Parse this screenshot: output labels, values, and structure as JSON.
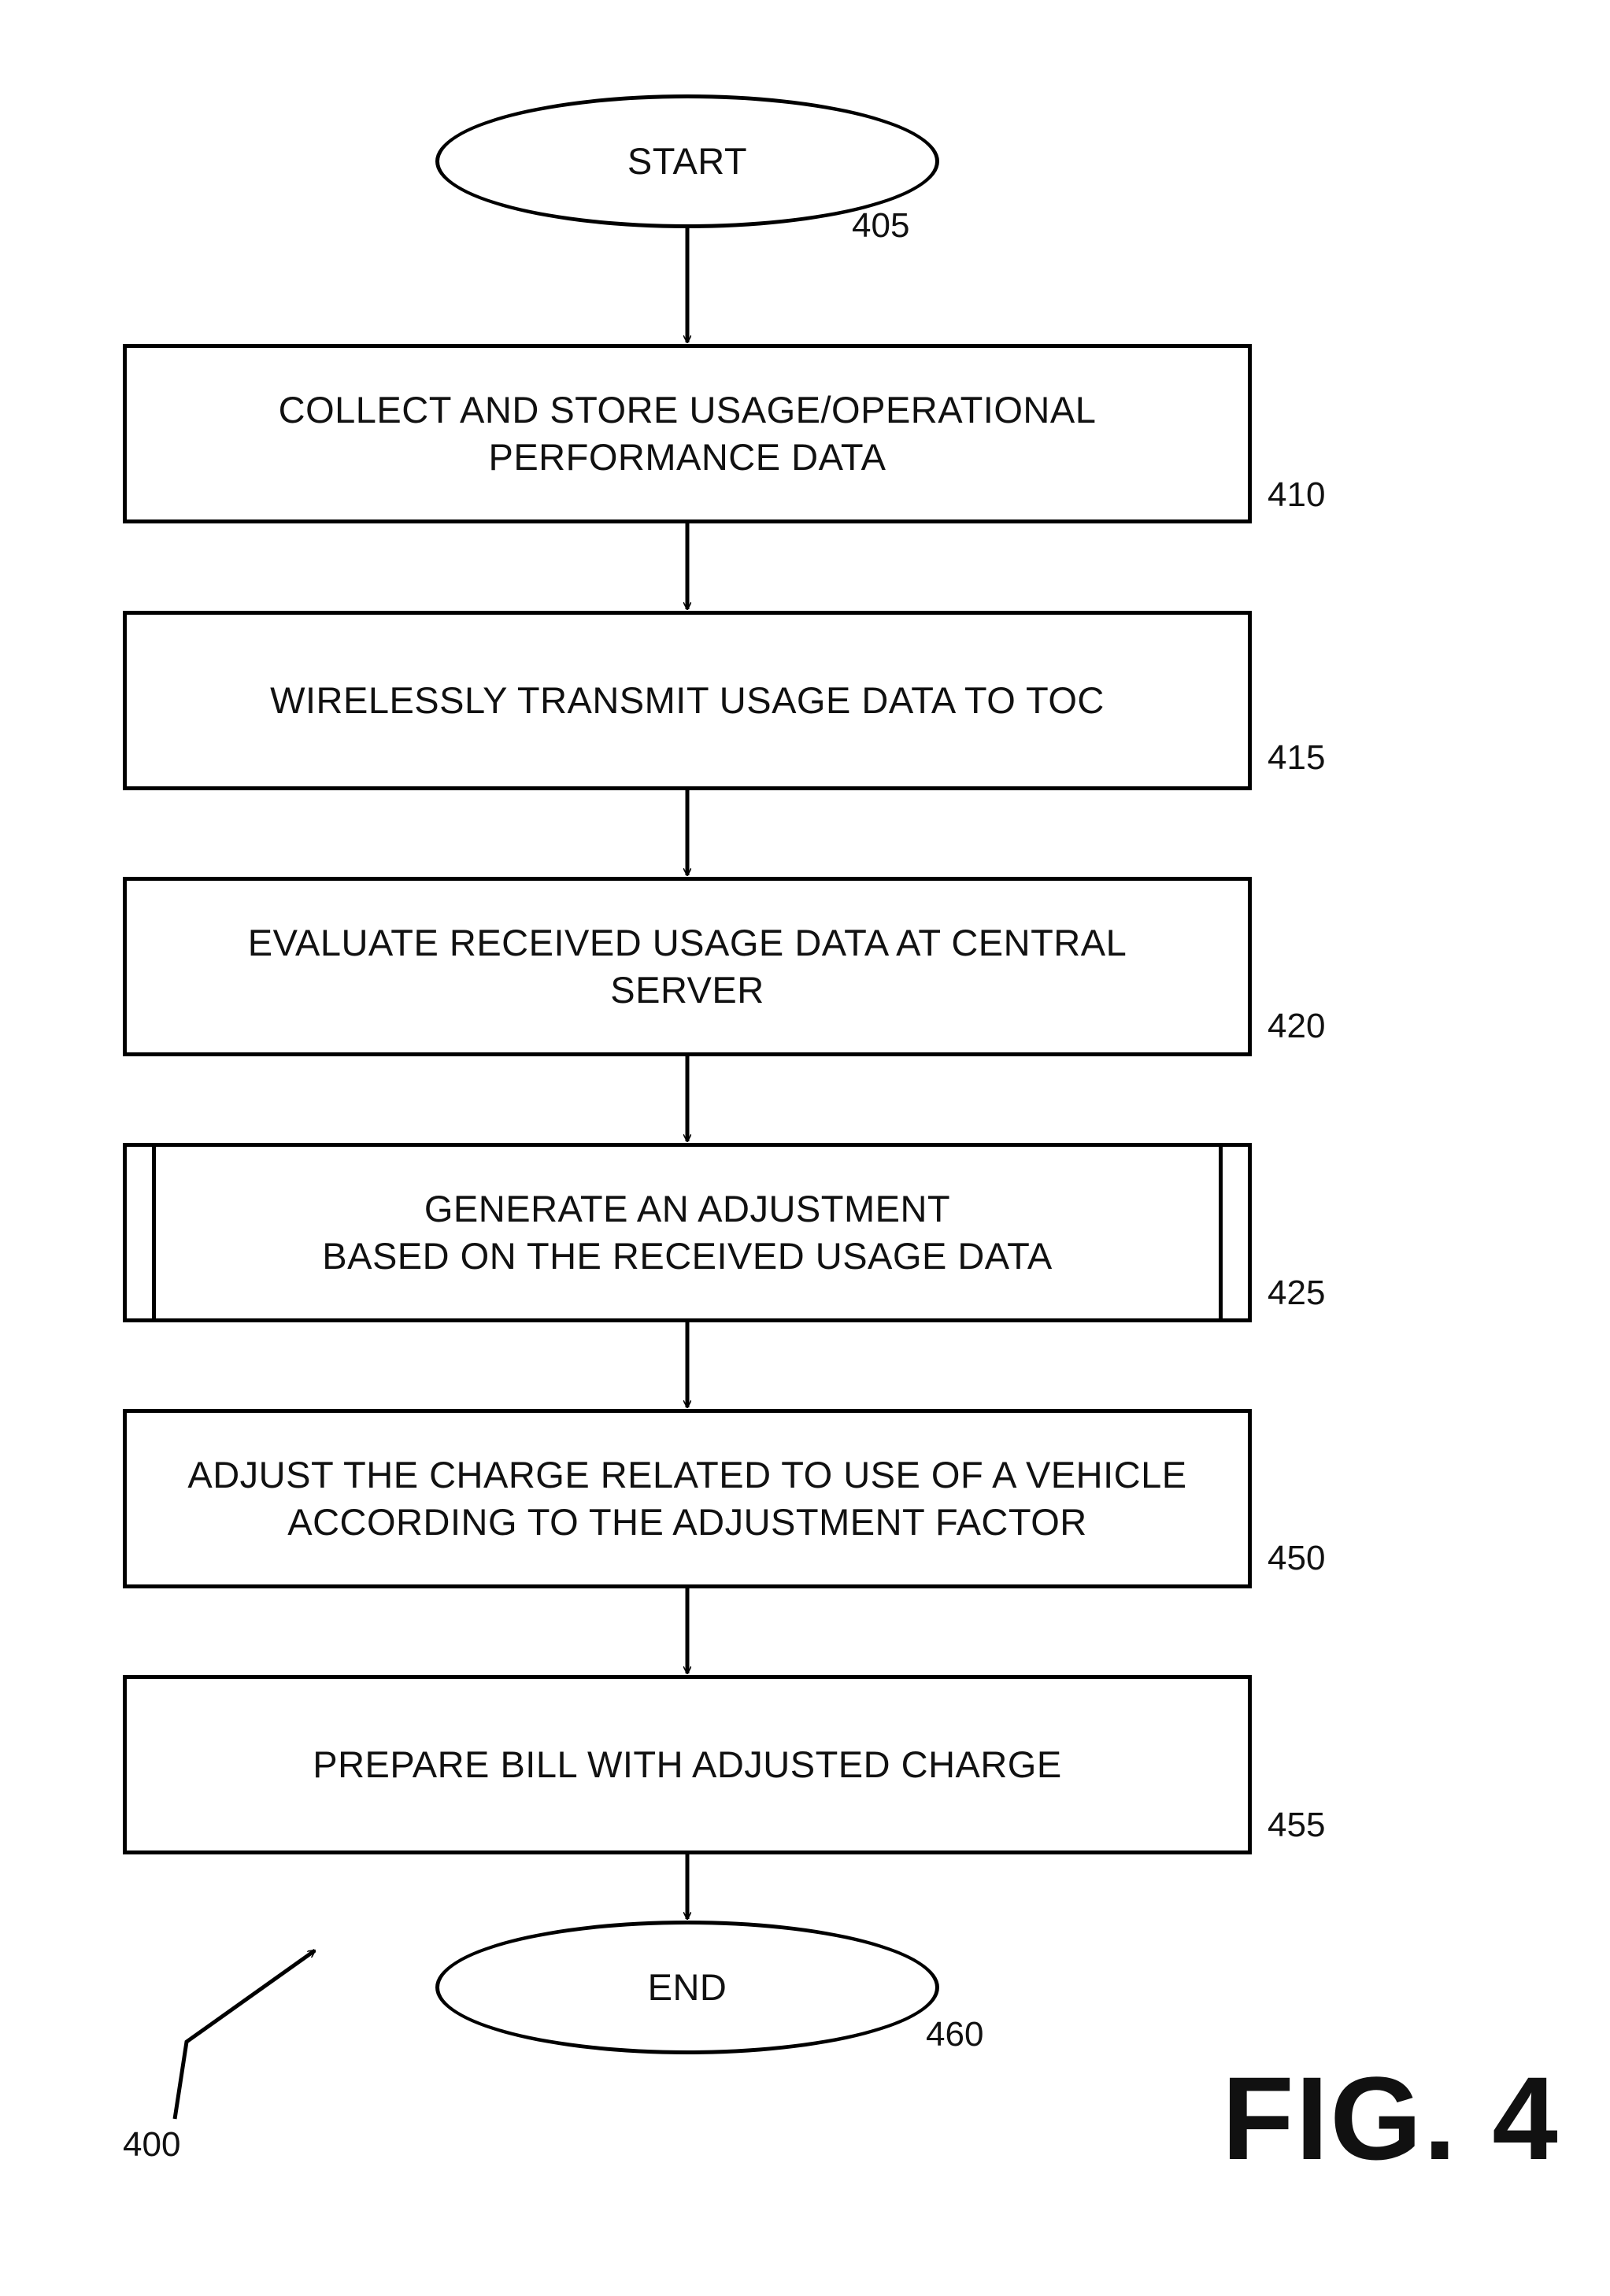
{
  "diagram": {
    "figure_label": "FIG. 4",
    "diagram_ref": "400",
    "nodes": [
      {
        "id": "start",
        "shape": "terminal",
        "text": "START",
        "ref": "405"
      },
      {
        "id": "step-410",
        "shape": "process",
        "text": "COLLECT AND STORE USAGE/OPERATIONAL\nPERFORMANCE DATA",
        "ref": "410"
      },
      {
        "id": "step-415",
        "shape": "process",
        "text": "WIRELESSLY TRANSMIT USAGE DATA TO TOC",
        "ref": "415"
      },
      {
        "id": "step-420",
        "shape": "process",
        "text": "EVALUATE RECEIVED USAGE DATA AT CENTRAL\nSERVER",
        "ref": "420"
      },
      {
        "id": "step-425",
        "shape": "predefined-process",
        "text": "GENERATE AN ADJUSTMENT\nBASED ON THE RECEIVED USAGE DATA",
        "ref": "425"
      },
      {
        "id": "step-450",
        "shape": "process",
        "text": "ADJUST THE CHARGE RELATED TO USE OF A VEHICLE\nACCORDING TO THE ADJUSTMENT FACTOR",
        "ref": "450"
      },
      {
        "id": "step-455",
        "shape": "process",
        "text": "PREPARE BILL WITH ADJUSTED CHARGE",
        "ref": "455"
      },
      {
        "id": "end",
        "shape": "terminal",
        "text": "END",
        "ref": "460"
      }
    ],
    "edges": [
      {
        "from": "start",
        "to": "step-410"
      },
      {
        "from": "step-410",
        "to": "step-415"
      },
      {
        "from": "step-415",
        "to": "step-420"
      },
      {
        "from": "step-420",
        "to": "step-425"
      },
      {
        "from": "step-425",
        "to": "step-450"
      },
      {
        "from": "step-450",
        "to": "step-455"
      },
      {
        "from": "step-455",
        "to": "end"
      }
    ]
  }
}
